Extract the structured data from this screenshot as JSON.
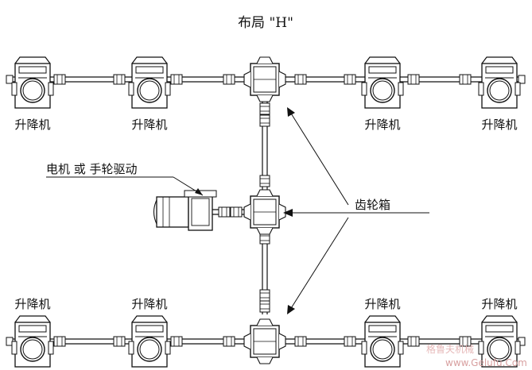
{
  "title": "布局 \"H\"",
  "labels": {
    "lift_top_1": "升降机",
    "lift_top_2": "升降机",
    "lift_top_3": "升降机",
    "lift_top_4": "升降机",
    "lift_bot_1": "升降机",
    "lift_bot_2": "升降机",
    "lift_bot_3": "升降机",
    "lift_bot_4": "升降机",
    "drive": "电机 或 手轮驱动",
    "gearbox": "齿轮箱"
  },
  "watermark": {
    "cn": "格鲁夫机械",
    "url": "www.Gelufu.Com"
  }
}
